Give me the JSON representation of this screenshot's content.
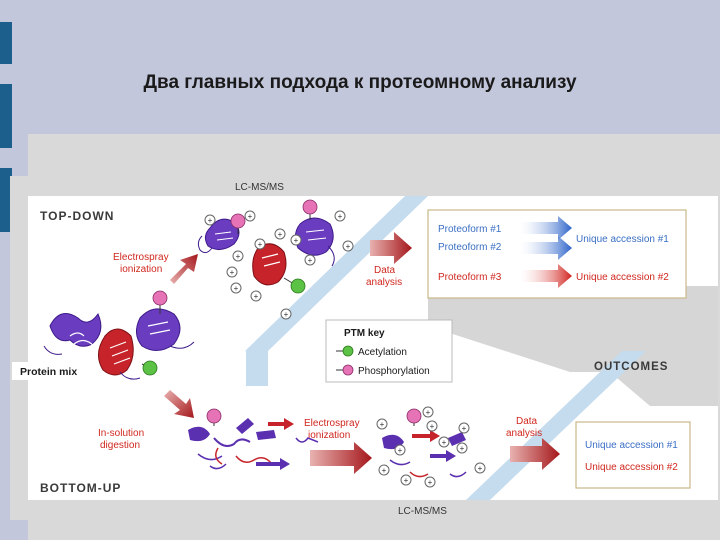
{
  "slide": {
    "title": "Два главных подхода к протеомному анализу"
  },
  "figure": {
    "lcms_top": "LC-MS/MS",
    "lcms_bottom": "LC-MS/MS",
    "top_down": "TOP-DOWN",
    "bottom_up": "BOTTOM-UP",
    "protein_mix": "Protein mix",
    "esi_top_line1": "Electrospray",
    "esi_top_line2": "ionization",
    "esi_bottom_line1": "Electrospray",
    "esi_bottom_line2": "ionization",
    "insol_line1": "In-solution",
    "insol_line2": "digestion",
    "data_top_line1": "Data",
    "data_top_line2": "analysis",
    "data_bottom_line1": "Data",
    "data_bottom_line2": "analysis",
    "ptm_key": "PTM key",
    "acetylation": "Acetylation",
    "phosphorylation": "Phosphorylation",
    "outcomes": "OUTCOMES",
    "proteoform1": "Proteoform #1",
    "proteoform2": "Proteoform #2",
    "proteoform3": "Proteoform #3",
    "top_ua1": "Unique accession #1",
    "top_ua2": "Unique accession #2",
    "bot_ua1": "Unique accession #1",
    "bot_ua2": "Unique accession #2",
    "plus_sign": "+"
  },
  "colors": {
    "blue_text": "#3a6fc4",
    "red_text": "#d0281f",
    "heading": "#3a3a3a",
    "purple": "#5a2fb0",
    "red_protein": "#c6242a",
    "acetyl_green": "#5cc245",
    "phospho_pink": "#e673b5",
    "band_blue": "#c5dcef"
  }
}
